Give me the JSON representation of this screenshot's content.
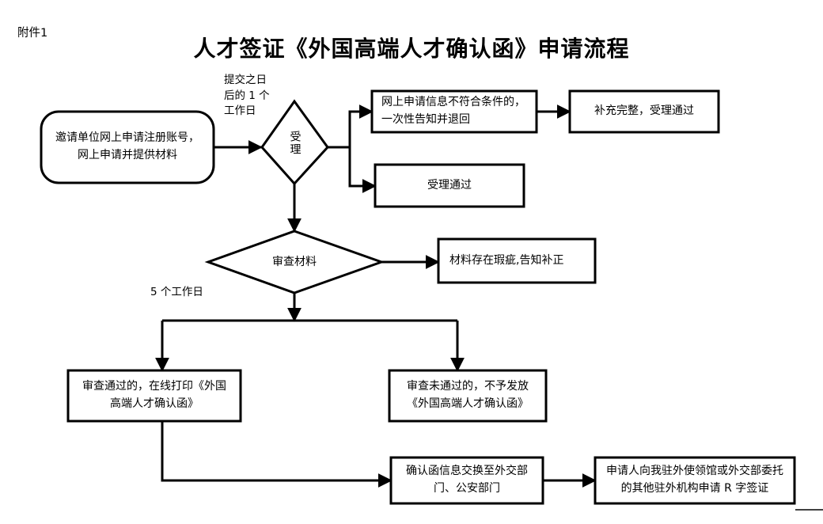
{
  "page": {
    "attachment_label": "附件1",
    "title": "人才签证《外国高端人才确认函》申请流程",
    "background_color": "#ffffff",
    "line_color": "#000000"
  },
  "annotations": {
    "intake_deadline": "提交之日\n后的 1 个\n工作日",
    "review_deadline": "5 个工作日"
  },
  "nodes": {
    "start": {
      "label": "邀请单位网上申请注册账号，网上申请并提供材料",
      "shape": "rounded-rectangle"
    },
    "intake_decision": {
      "label": "受理",
      "shape": "diamond"
    },
    "reject_incomplete": {
      "label": "网上申请信息不符合条件的，一次性告知并退回",
      "shape": "rectangle"
    },
    "supplement_pass": {
      "label": "补充完整，受理通过",
      "shape": "rectangle"
    },
    "intake_pass": {
      "label": "受理通过",
      "shape": "rectangle"
    },
    "review_decision": {
      "label": "审查材料",
      "shape": "diamond"
    },
    "material_defect": {
      "label": "材料存在瑕疵,告知补正",
      "shape": "rectangle"
    },
    "review_pass": {
      "label": "审查通过的，在线打印《外国高端人才确认函》",
      "shape": "rectangle"
    },
    "review_fail": {
      "label": "审查未通过的，不予发放《外国高端人才确认函》",
      "shape": "rectangle"
    },
    "info_exchange": {
      "label": "确认函信息交换至外交部门、公安部门",
      "shape": "rectangle"
    },
    "apply_r_visa": {
      "label": "申请人向我驻外使领馆或外交部委托的其他驻外机构申请 R 字签证",
      "shape": "rectangle"
    }
  }
}
